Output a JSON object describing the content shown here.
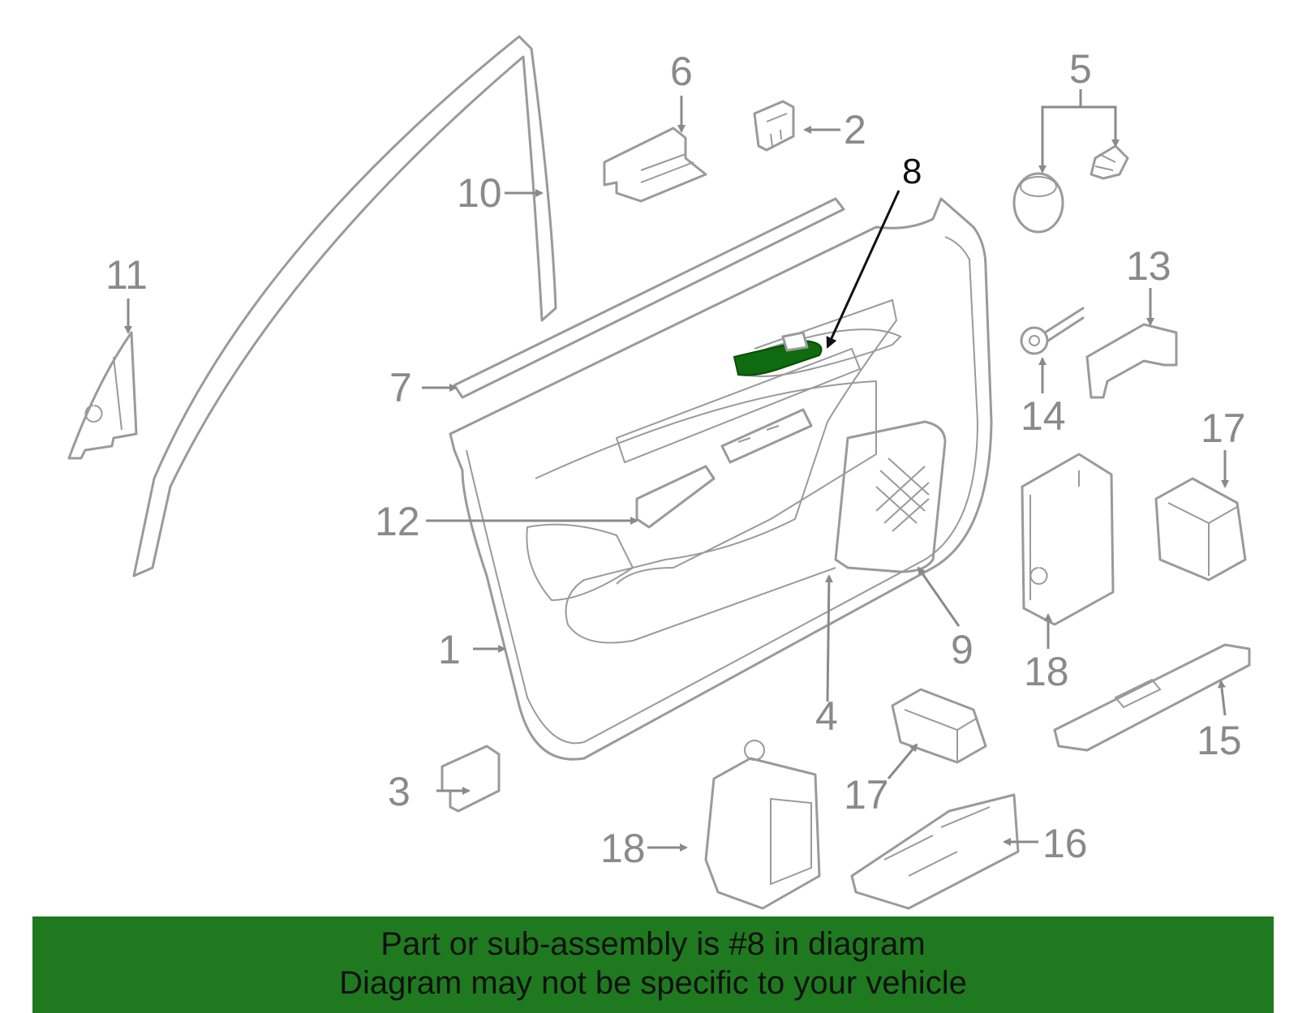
{
  "colors": {
    "highlight": "#0f6b0f",
    "banner": "#1f7a1f",
    "parts": "#9a9a9a",
    "callout_text": "#8a8a8a"
  },
  "callouts": {
    "c1": "1",
    "c2": "2",
    "c3": "3",
    "c4": "4",
    "c5": "5",
    "c6": "6",
    "c7": "7",
    "c8": "8",
    "c9": "9",
    "c10": "10",
    "c11": "11",
    "c12": "12",
    "c13": "13",
    "c14": "14",
    "c15": "15",
    "c16": "16",
    "c17a": "17",
    "c17b": "17",
    "c18a": "18",
    "c18b": "18"
  },
  "highlighted_part": "8",
  "banner": {
    "line1": "Part or sub-assembly is #8 in diagram",
    "line2": "Diagram may not be specific to your vehicle"
  }
}
